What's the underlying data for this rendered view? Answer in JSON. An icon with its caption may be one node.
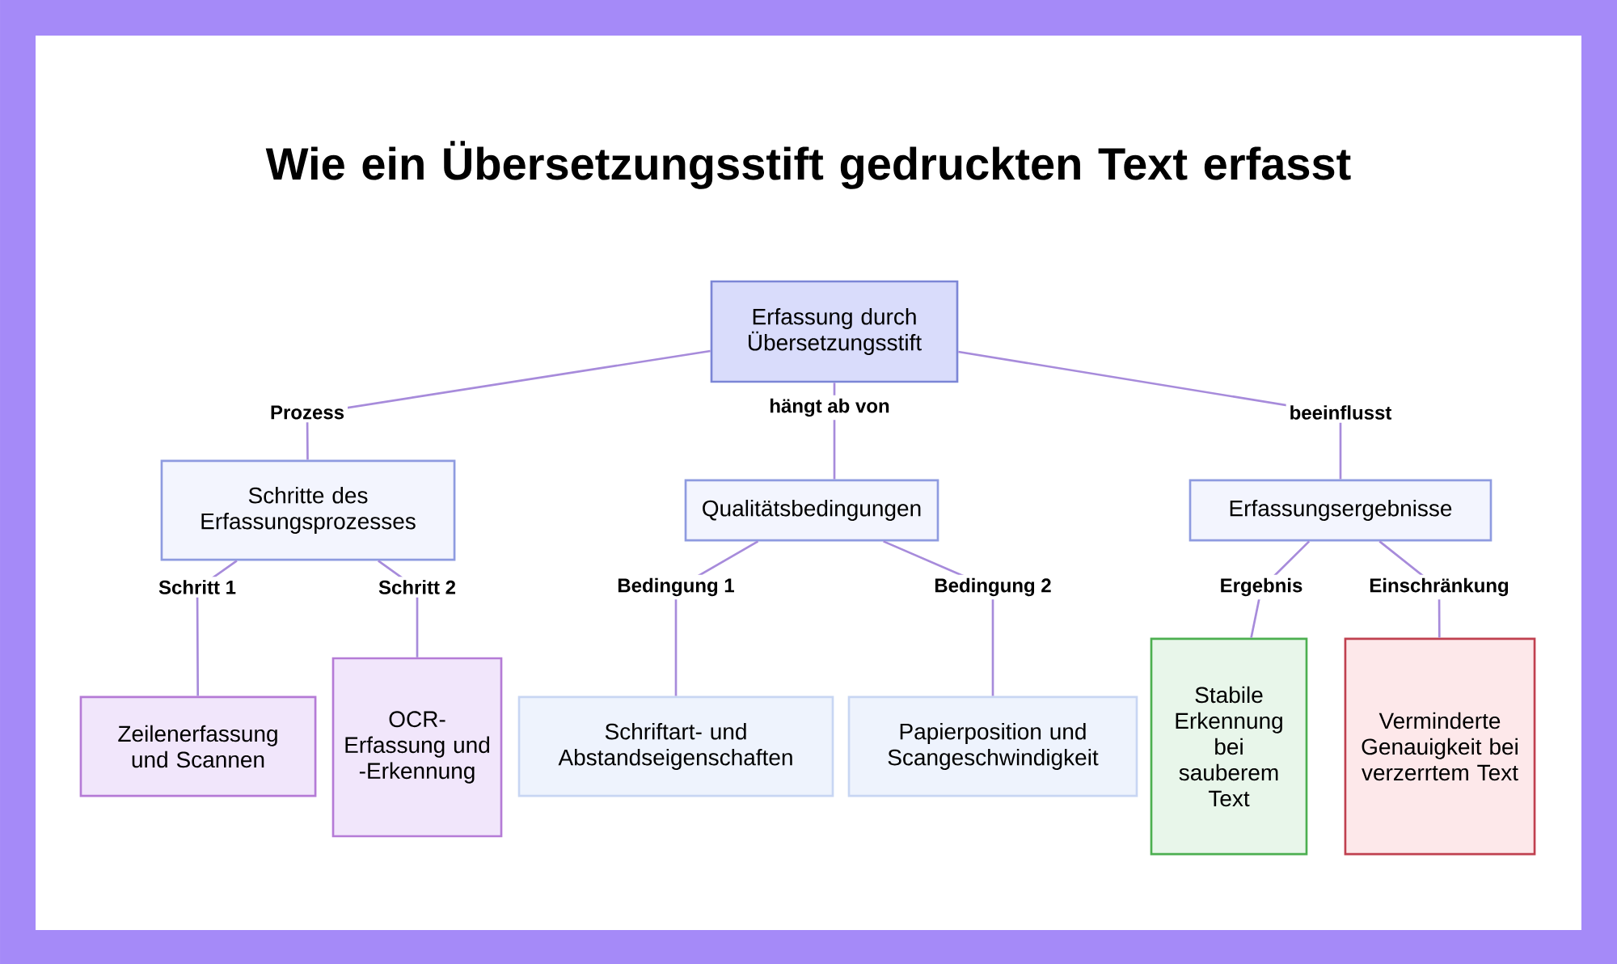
{
  "diagram": {
    "title": "Wie ein Übersetzungsstift gedruckten Text erfasst",
    "nodes": [
      {
        "text": [
          "Erfassung durch Übersetzungsstift"
        ]
      },
      {
        "text": [
          "Schritte des Erfassungsprozesses"
        ]
      },
      {
        "text": [
          "Qualitätsbedingungen"
        ]
      },
      {
        "text": [
          "Erfassungsergebnisse"
        ]
      },
      {
        "text": [
          "Zeilenerfassung und Scannen"
        ]
      },
      {
        "text": [
          "OCR-Erfassung und -Erkennung"
        ]
      },
      {
        "text": [
          "Schriftart- und Abstandseigenschaften"
        ]
      },
      {
        "text": [
          "Papierposition und Scangeschwindigkeit"
        ]
      },
      {
        "text": [
          "Stabile Erkennung bei sauberem Text"
        ]
      },
      {
        "text": [
          "Verminderte Genauigkeit bei verzerrtem Text"
        ]
      }
    ],
    "edges": [
      {
        "from": 0,
        "to": 1,
        "arrow": "none",
        "label": "Prozess"
      },
      {
        "from": 0,
        "to": 2,
        "arrow": "none",
        "label": "hängt ab von"
      },
      {
        "from": 0,
        "to": 3,
        "arrow": "none",
        "label": "beeinflusst"
      },
      {
        "from": 1,
        "to": 4,
        "arrow": "none",
        "label": "Schritt 1"
      },
      {
        "from": 1,
        "to": 5,
        "arrow": "none",
        "label": "Schritt 2"
      },
      {
        "from": 2,
        "to": 6,
        "arrow": "none",
        "label": "Bedingung 1"
      },
      {
        "from": 2,
        "to": 7,
        "arrow": "none",
        "label": "Bedingung 2"
      },
      {
        "from": 3,
        "to": 8,
        "arrow": "none",
        "label": "Ergebnis"
      },
      {
        "from": 3,
        "to": 9,
        "arrow": "none",
        "label": "Einschränkung"
      }
    ]
  }
}
